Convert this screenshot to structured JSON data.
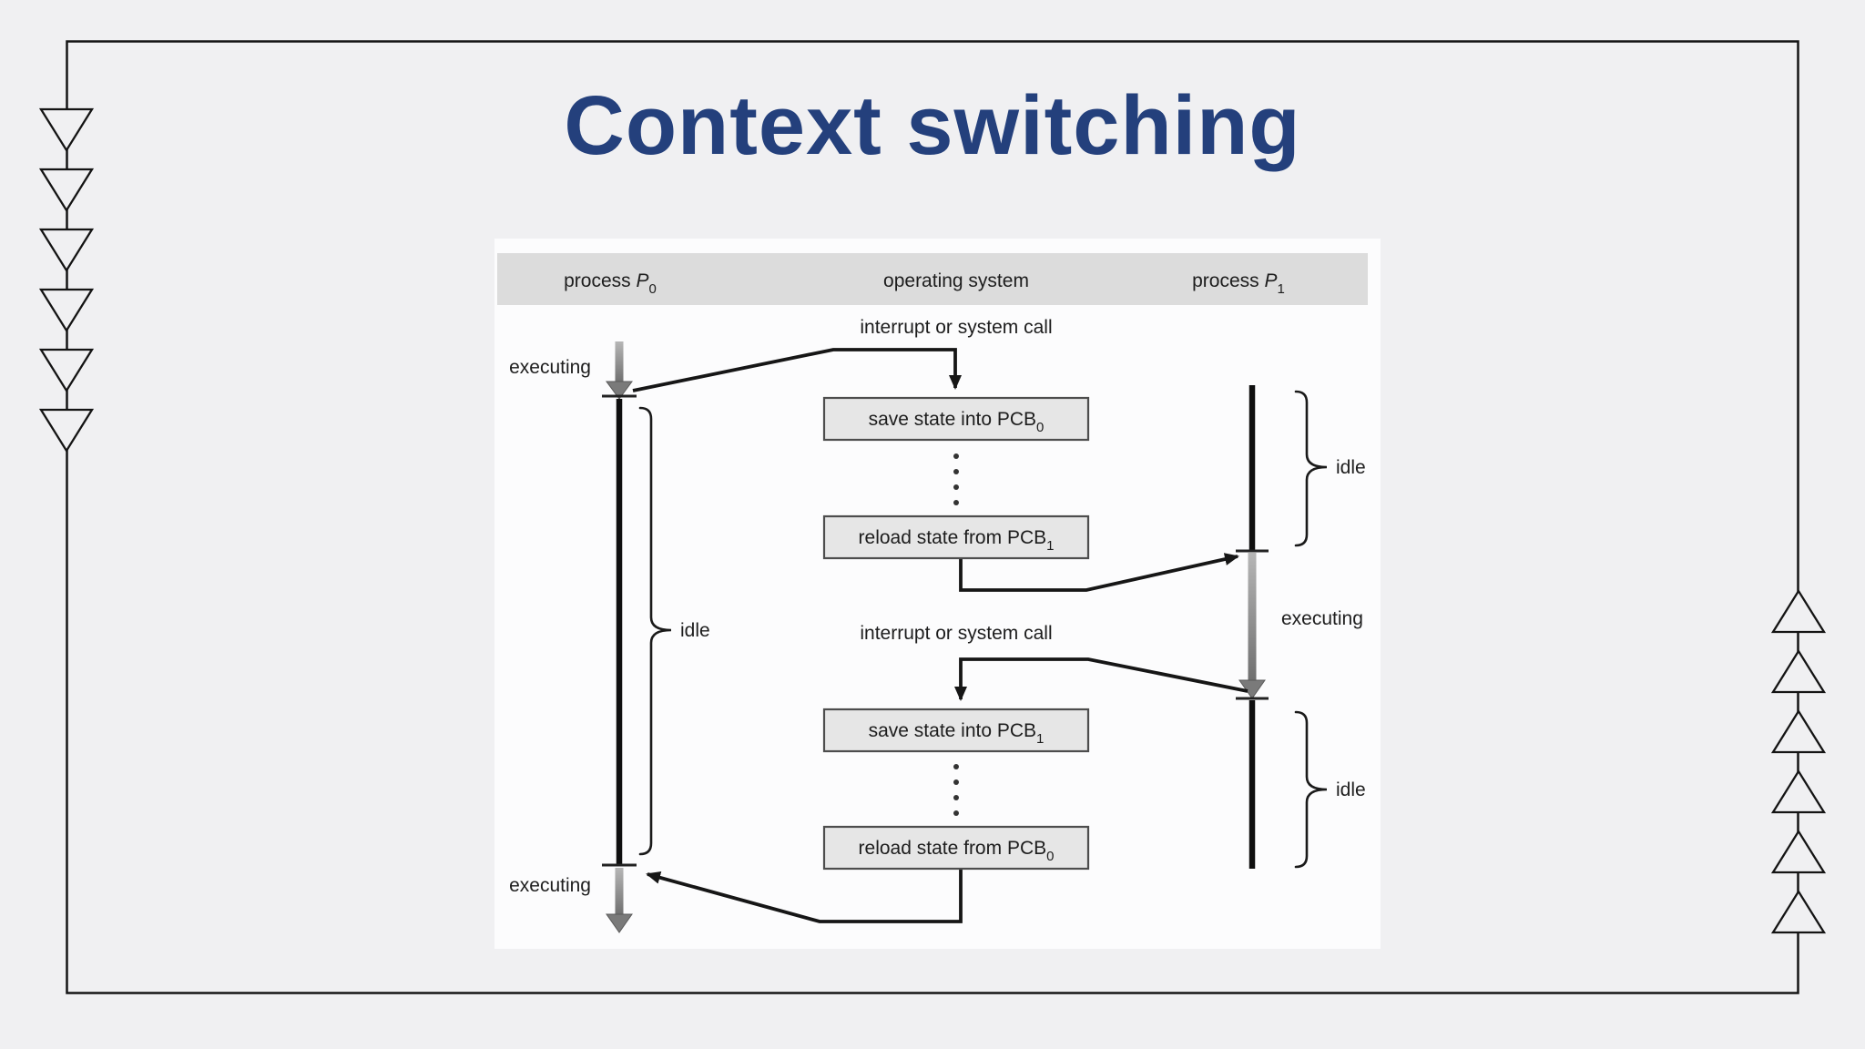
{
  "slide": {
    "title": "Context switching",
    "title_color": "#24407c",
    "background_color": "#f0f0f2",
    "frame_color": "#141414"
  },
  "diagram": {
    "panel_color": "#fcfcfd",
    "header_band_color": "#dcdcdc",
    "box_fill_color": "#e6e6e6",
    "columns": [
      {
        "base": "process ",
        "symbol": "P",
        "sub": "0"
      },
      {
        "base": "operating system",
        "symbol": "",
        "sub": ""
      },
      {
        "base": "process ",
        "symbol": "P",
        "sub": "1"
      }
    ],
    "interrupts": {
      "first": "interrupt or system call",
      "second": "interrupt or system call"
    },
    "timeline_labels": {
      "p0_executing_top": "executing",
      "p0_idle": "idle",
      "p0_executing_bottom": "executing",
      "p1_idle_top": "idle",
      "p1_executing": "executing",
      "p1_idle_bottom": "idle"
    },
    "boxes": [
      {
        "label": "save state into PCB",
        "sub": "0"
      },
      {
        "label": "reload state from PCB",
        "sub": "1"
      },
      {
        "label": "save state into PCB",
        "sub": "1"
      },
      {
        "label": "reload state from PCB",
        "sub": "0"
      }
    ]
  }
}
